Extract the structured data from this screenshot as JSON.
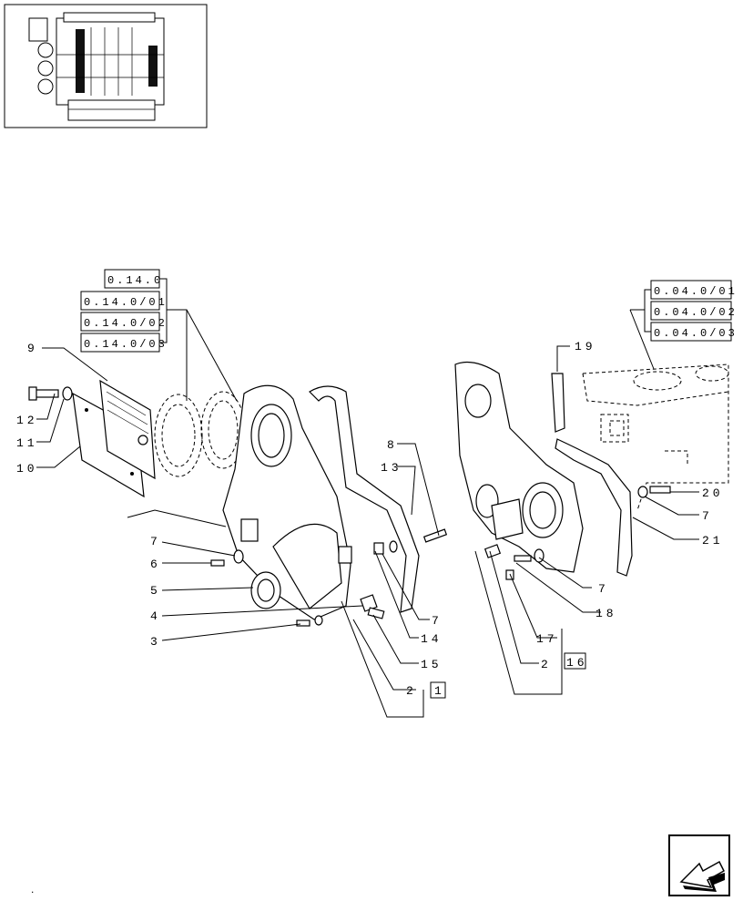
{
  "callouts": {
    "c1": "1",
    "c2a": "2",
    "c2b": "2",
    "c3": "3",
    "c4": "4",
    "c5": "5",
    "c6": "6",
    "c7a": "7",
    "c7b": "7",
    "c7c": "7",
    "c7d": "7",
    "c8": "8",
    "c9": "9",
    "c10": "10",
    "c11": "11",
    "c12": "12",
    "c13": "13",
    "c14": "14",
    "c15": "15",
    "c16": "16",
    "c17": "17",
    "c18": "18",
    "c19": "19",
    "c20": "20",
    "c21": "21"
  },
  "refs_left": [
    "0.14.0",
    "0.14.0/01",
    "0.14.0/02",
    "0.14.0/03"
  ],
  "refs_right": [
    "0.04.0/01",
    "0.04.0/02",
    "0.04.0/03"
  ],
  "icons": {
    "thumbnail": "engine-thumbnail-icon",
    "nav": "next-page-arrow-icon"
  },
  "colors": {
    "ink": "#000000",
    "paper": "#ffffff"
  },
  "footer_mark": "."
}
